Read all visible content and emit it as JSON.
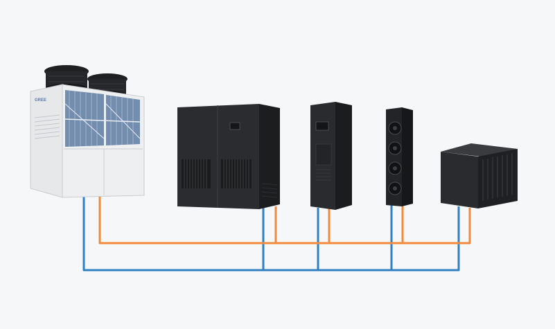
{
  "diagram": {
    "brand_logo_text": "GREE",
    "units": [
      {
        "id": "outdoor-chiller",
        "icon": "outdoor-air-cooled-chiller-unit"
      },
      {
        "id": "precision-ac-large",
        "icon": "large-floor-standing-precision-ac"
      },
      {
        "id": "precision-ac-cabinet",
        "icon": "slim-cabinet-precision-ac"
      },
      {
        "id": "rear-door-cooler",
        "icon": "rear-door-fan-cooler"
      },
      {
        "id": "overhead-unit",
        "icon": "ceiling-mounted-cooling-unit"
      }
    ],
    "pipes": [
      {
        "id": "supply-line",
        "color": "#f08a3c"
      },
      {
        "id": "return-line",
        "color": "#2f7fc1"
      }
    ],
    "colors": {
      "background": "#f6f7f9",
      "supply_pipe": "#f08a3c",
      "return_pipe": "#2f7fc1",
      "unit_dark": "#2a2b2e",
      "unit_light": "#e9eaec"
    }
  }
}
